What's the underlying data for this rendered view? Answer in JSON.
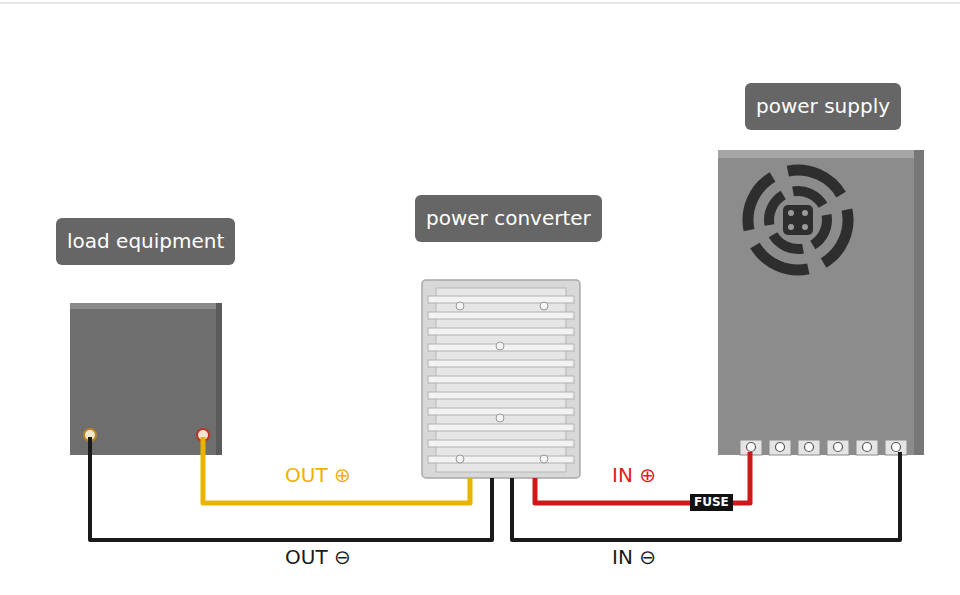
{
  "diagram": {
    "nodes": [
      {
        "text": [
          "load equipment"
        ]
      },
      {
        "text": [
          "power converter"
        ]
      },
      {
        "text": [
          "power supply"
        ]
      }
    ],
    "edges": [
      {
        "from": 1,
        "to": 0,
        "label": "OUT ⊕",
        "arrow": "none"
      },
      {
        "from": 1,
        "to": 0,
        "label": "OUT ⊖",
        "arrow": "none"
      },
      {
        "from": 2,
        "to": 1,
        "label": "IN ⊕",
        "arrow": "none"
      },
      {
        "from": 2,
        "to": 1,
        "label": "IN ⊖",
        "arrow": "none"
      }
    ],
    "labels": [
      "FUSE"
    ]
  }
}
